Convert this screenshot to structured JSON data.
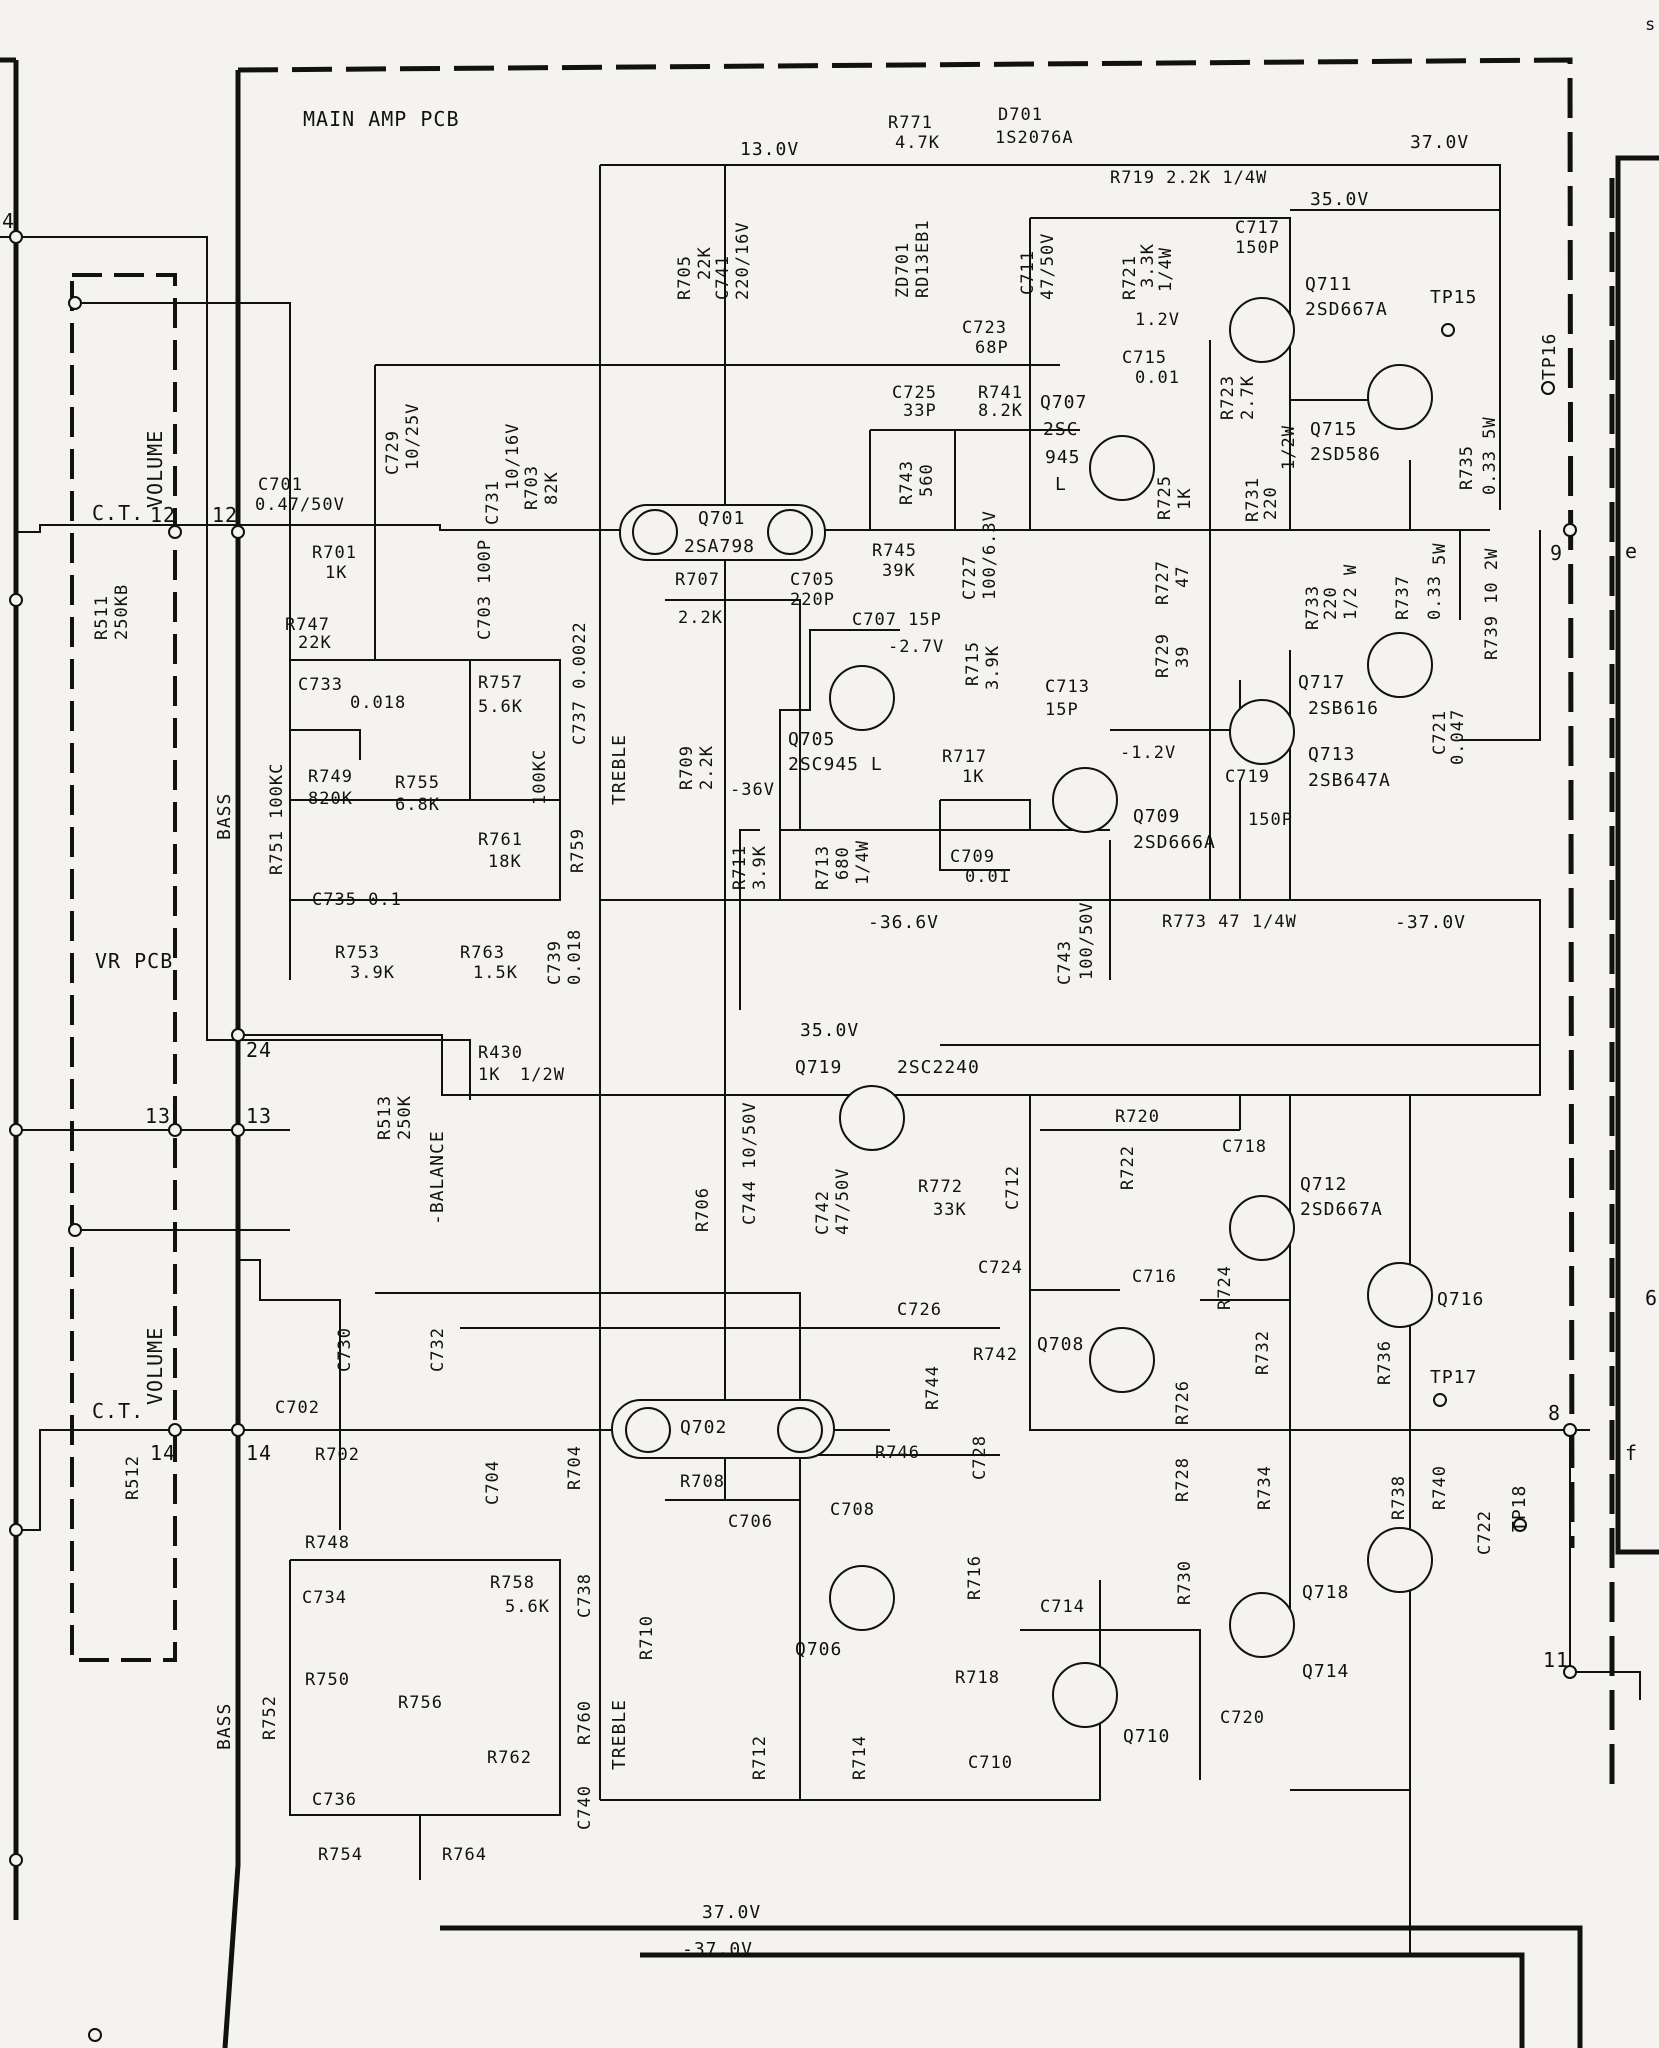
{
  "board": {
    "title": "MAIN AMP PCB",
    "vr_board": "VR PCB",
    "corner_mark": "s"
  },
  "rails": {
    "v13": "13.0V",
    "v37_top": "37.0V",
    "v35_top": "35.0V",
    "v35_mid": "35.0V",
    "vm36_6": "-36.6V",
    "vm37_top": "-37.0V",
    "v37_bottom": "37.0V",
    "vm37_bottom": "-37.0V",
    "v1_2": "1.2V",
    "vm1_2": "-1.2V",
    "vm2_7": "-2.7V",
    "vm36": "-36V"
  },
  "labels": {
    "volume_top": "VOLUME",
    "volume_bottom": "VOLUME",
    "ct_top": "C.T.",
    "ct_bottom": "C.T.",
    "bass_top": "BASS",
    "bass_bottom": "BASS",
    "treble_top": "TREBLE",
    "treble_bottom": "TREBLE",
    "balance": "-BALANCE"
  },
  "pins": {
    "p12a": "12",
    "p12b": "12",
    "p13a": "13",
    "p13b": "13",
    "p14a": "14",
    "p14b": "14",
    "p24": "24",
    "p9": "9",
    "p8": "8",
    "p11": "11",
    "p4": "4",
    "pe": "e",
    "pf": "f",
    "p6": "6"
  },
  "transistors": {
    "q701": "Q701",
    "q701t": "2SA798",
    "q702": "Q702",
    "q705": "Q705",
    "q705t": "2SC945 L",
    "q706": "Q706",
    "q707": "Q707",
    "q707t1": "2SC",
    "q707t2": "945",
    "q707t3": "L",
    "q708": "Q708",
    "q709": "Q709",
    "q709t": "2SD666A",
    "q710": "Q710",
    "q711": "Q711",
    "q711t": "2SD667A",
    "q712": "Q712",
    "q712t": "2SD667A",
    "q713": "Q713",
    "q713t": "2SB647A",
    "q714": "Q714",
    "q715": "Q715",
    "q715t": "2SD586",
    "q716": "Q716",
    "q717": "Q717",
    "q717t": "2SB616",
    "q718": "Q718",
    "q719": "Q719",
    "q719t": "2SC2240"
  },
  "diodes": {
    "d701": "D701",
    "d701t": "1S2076A",
    "zd701": "ZD701",
    "zd701t": "RD13EB1"
  },
  "test_points": {
    "tp15": "TP15",
    "tp16": "TP16",
    "tp17": "TP17",
    "tp18": "TP18"
  },
  "resistors": {
    "r771": "R771",
    "r771v": "4.7K",
    "r719": "R719  2.2K  1/4W",
    "r705": "R705",
    "r705v": "22K",
    "r721": "R721",
    "r721v": "3.3K",
    "r721w": "1/4W",
    "r723": "R723",
    "r723v": "2.7K",
    "r741": "R741",
    "r741v": "8.2K",
    "r743": "R743",
    "r743v": "560",
    "r745": "R745",
    "r745v": "39K",
    "r725": "R725",
    "r725v": "1K",
    "r731": "R731",
    "r731v": "220",
    "r731w": "1/2W",
    "r735": "R735",
    "r735v": "0.33  5W",
    "r727": "R727",
    "r727v": "47",
    "r733": "R733",
    "r733v": "220",
    "r733w": "1/2 W",
    "r737": "R737",
    "r737v": "0.33",
    "r737w": "5W",
    "r739": "R739 10 2W",
    "r729": "R729",
    "r729v": "39",
    "r715": "R715",
    "r715v": "3.9K",
    "r717": "R717",
    "r717v": "1K",
    "r707": "R707",
    "r707v": "2.2K",
    "r709": "R709",
    "r709v": "2.2K",
    "r711": "R711",
    "r711v": "3.9K",
    "r713": "R713",
    "r713v": "680",
    "r713w": "1/4W",
    "r773": "R773  47  1/4W",
    "r701": "R701",
    "r701v": "1K",
    "r702v": "82K",
    "r703": "R703",
    "r747": "R747",
    "r747v": "22K",
    "r757": "R757",
    "r757v": "5.6K",
    "r749": "R749",
    "r749v": "820K",
    "r755": "R755",
    "r755v": "6.8K",
    "r751": "R751  100KC",
    "r761": "R761",
    "r761v": "18K",
    "r759": "R759",
    "r759v": "100KC",
    "r753": "R753",
    "r753v": "3.9K",
    "r763": "R763",
    "r763v": "1.5K",
    "r511": "R511",
    "r511v": "250KB",
    "r512": "R512",
    "r513": "R513",
    "r513v": "250K",
    "r430": "R430",
    "r430v": "1K",
    "r430w": "1/2W",
    "r720": "R720",
    "r722": "R722",
    "r772": "R772",
    "r772v": "33K",
    "r706": "R706",
    "r724": "R724",
    "r742": "R742",
    "r744": "R744",
    "r746": "R746",
    "r726": "R726",
    "r732": "R732",
    "r736": "R736",
    "r738": "R738",
    "r740": "R740",
    "r728": "R728",
    "r734": "R734",
    "r730": "R730",
    "r702": "R702",
    "r704": "R704",
    "r708": "R708",
    "r710": "R710",
    "r712": "R712",
    "r714": "R714",
    "r716": "R716",
    "r718": "R718",
    "r748": "R748",
    "r758": "R758",
    "r758v": "5.6K",
    "r750": "R750",
    "r752": "R752",
    "r756": "R756",
    "r760": "R760",
    "r762": "R762",
    "r754": "R754",
    "r764": "R764"
  },
  "capacitors": {
    "c741": "C741",
    "c741v": "220/16V",
    "c711": "C711",
    "c711v": "47/50V",
    "c717": "C717",
    "c717v": "150P",
    "c723": "C723",
    "c723v": "68P",
    "c715": "C715",
    "c715v": "0.01",
    "c725": "C725",
    "c725v": "33P",
    "c727": "C727",
    "c727v": "100/6.3V",
    "c705": "C705",
    "c705v": "220P",
    "c707": "C707  15P",
    "c713": "C713",
    "c713v": "15P",
    "c719": "C719",
    "c719v": "150P",
    "c721": "C721",
    "c721v": "0.047",
    "c709": "C709",
    "c709v": "0.01",
    "c743": "C743",
    "c743v": "100/50V",
    "c701": "C701",
    "c701v": "0.47/50V",
    "c729": "C729",
    "c729v": "10/25V",
    "c731": "C731",
    "c731v": "10/16V",
    "c703": "C703 100P",
    "c733": "C733",
    "c733v": "0.018",
    "c737": "C737 0.0022",
    "c735": "C735  0.1",
    "c739": "C739",
    "c739v": "0.018",
    "c744": "C744  10/50V",
    "c742": "C742",
    "c742v": "47/50V",
    "c712": "C712",
    "c718": "C718",
    "c724": "C724",
    "c726": "C726",
    "c716": "C716",
    "c728": "C728",
    "c722": "C722",
    "c702": "C702",
    "c730": "C730",
    "c732": "C732",
    "c704": "C704",
    "c706": "C706",
    "c708": "C708",
    "c714": "C714",
    "c710": "C710",
    "c720": "C720",
    "c734": "C734",
    "c738": "C738",
    "c736": "C736",
    "c740": "C740"
  }
}
